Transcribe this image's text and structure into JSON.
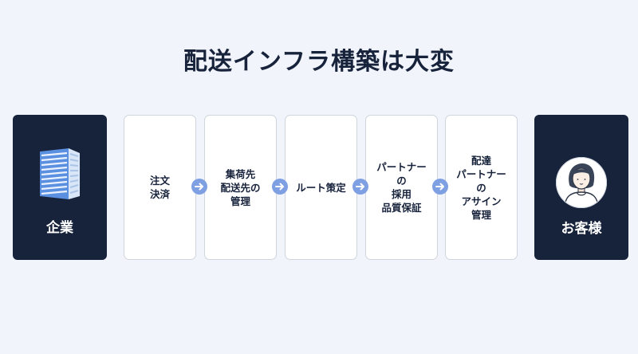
{
  "title": "配送インフラ構築は大変",
  "left": {
    "label": "企業",
    "icon": "building-icon"
  },
  "right": {
    "label": "お客様",
    "icon": "person-avatar-icon"
  },
  "steps": [
    {
      "text": "注文\n決済"
    },
    {
      "text": "集荷先\n配送先の\n管理"
    },
    {
      "text": "ルート策定"
    },
    {
      "text": "パートナー\nの\n採用\n品質保証"
    },
    {
      "text": "配達\nパートナー\nの\nアサイン\n管理"
    }
  ],
  "colors": {
    "background": "#f1f5fb",
    "navy": "#17223b",
    "arrow": "#7f9fe3",
    "border": "#cfd5de"
  }
}
